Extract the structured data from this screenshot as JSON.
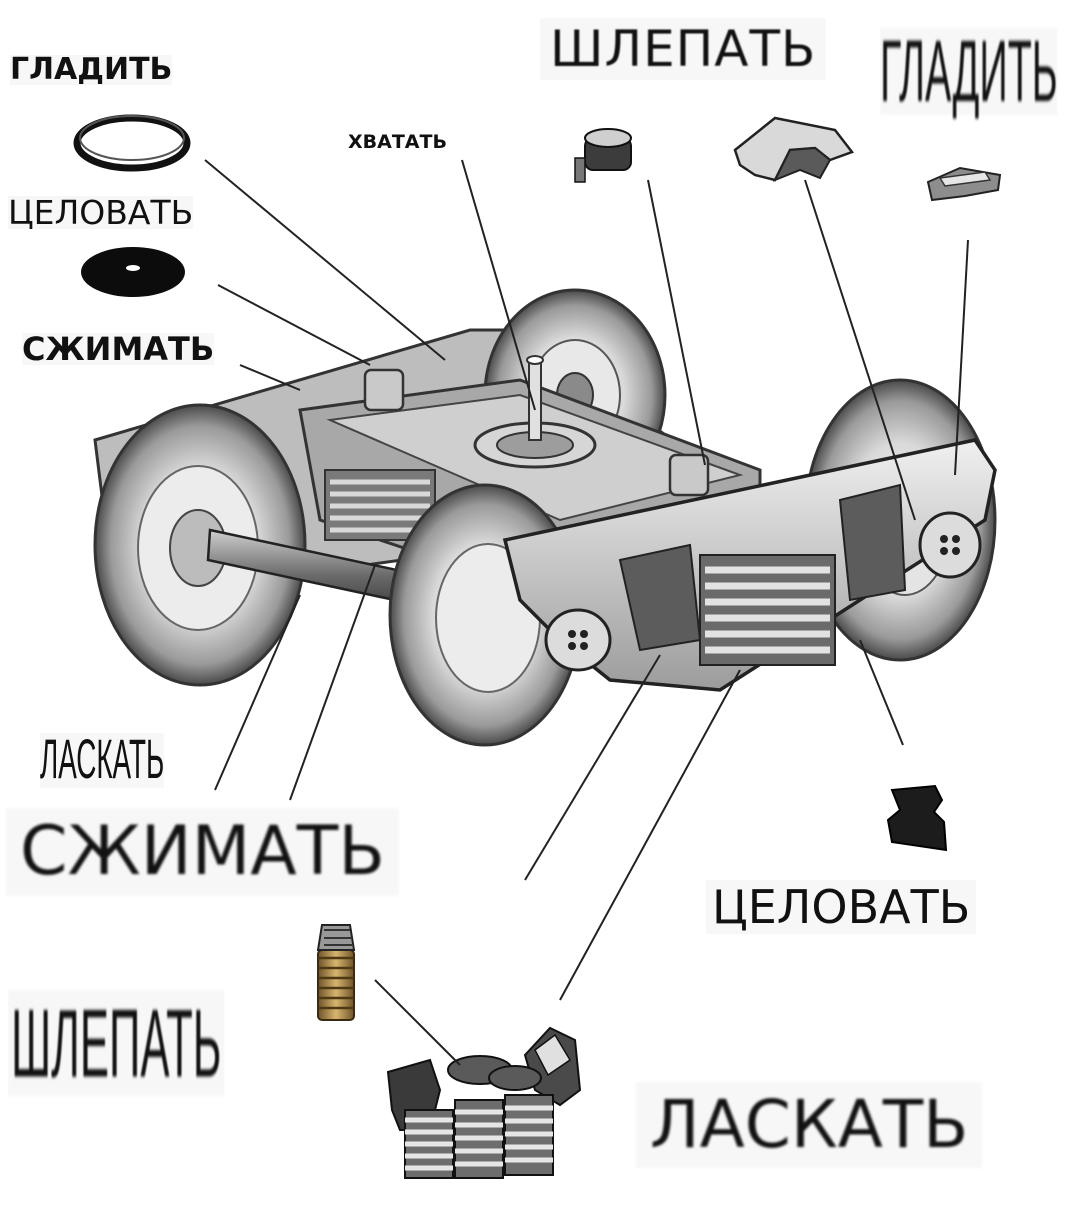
{
  "labels": {
    "gladit_small": "ГЛАДИТЬ",
    "celovat_small": "ЦЕЛОВАТЬ",
    "szhimat_small": "СЖИМАТЬ",
    "hvatat": "ХВАТАТЬ",
    "shlepat_top": "ШЛЕПАТЬ",
    "gladit_big": "ГЛАДИТЬ",
    "laskat_small": "ЛАСКАТЬ",
    "szhimat_big": "СЖИМАТЬ",
    "celovat_right": "ЦЕЛОВАТЬ",
    "shlepat_big": "ШЛЕПАТЬ",
    "laskat_big": "ЛАСКАТЬ"
  },
  "colors": {
    "ink": "#111111",
    "metal_dark": "#3a3a3a",
    "metal_mid": "#8c8c8c",
    "metal_light": "#e6e6e6",
    "spring_bronze": "#b08a4a",
    "label_bg": "#f7f7f7"
  },
  "icons": [
    "ring-icon",
    "washer-icon",
    "bearing-adapter-icon",
    "friction-wedge-icon",
    "wear-plate-icon",
    "side-bearing-pad-icon",
    "spring-icon",
    "spring-group-icon",
    "bogie-icon"
  ]
}
